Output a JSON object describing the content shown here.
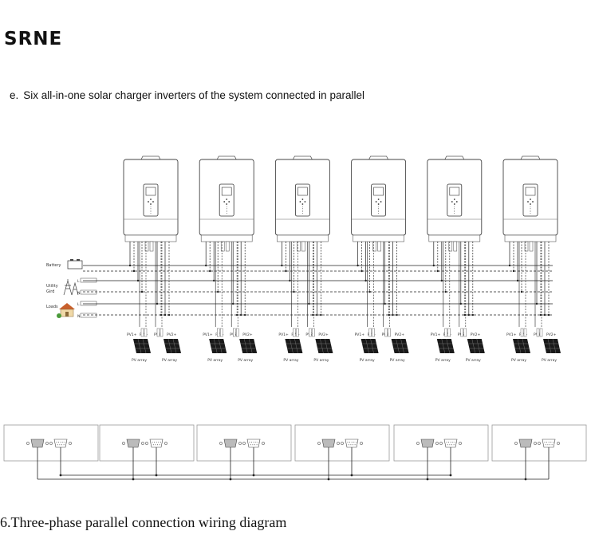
{
  "brand": {
    "logo_text": "SRNE"
  },
  "caption": {
    "letter": "e.",
    "text": "Six all-in-one solar charger inverters of the system connected in parallel"
  },
  "diagram": {
    "unit_count": 6,
    "side_labels": {
      "battery": "Battery",
      "utility_line1": "Utility",
      "utility_line2": "Gird",
      "loads": "Loads",
      "l_terminal": "L",
      "n_terminal": "N"
    },
    "pv_labels": [
      "PV1+",
      "PV1-",
      "PV2-",
      "PV2+"
    ],
    "pv_array_label": "PV array"
  },
  "footer": {
    "text": "6.Three-phase parallel connection wiring diagram"
  },
  "colors": {
    "line": "#222222",
    "panel": "#1a1a1a",
    "box_border": "#999999"
  }
}
